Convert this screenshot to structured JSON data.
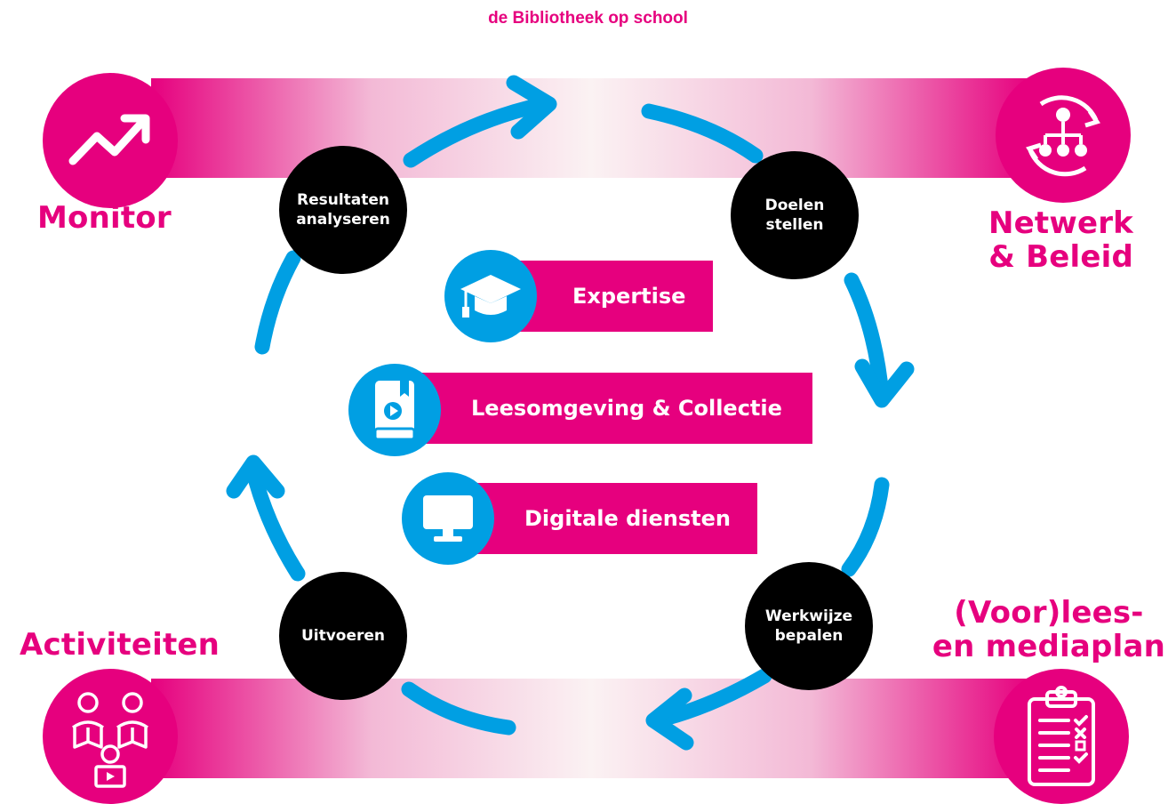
{
  "header": {
    "title": "de Bibliotheek op school"
  },
  "corners": {
    "top_left": {
      "label": "Monitor",
      "icon": "trend-arrow-icon"
    },
    "top_right": {
      "label": "Netwerk\n& Beleid",
      "icon": "network-cycle-icon"
    },
    "bottom_left": {
      "label": "Activiteiten",
      "icon": "readers-icon"
    },
    "bottom_right": {
      "label": "(Voor)lees-\nen mediaplan",
      "icon": "clipboard-checklist-icon"
    }
  },
  "cycle_steps": [
    {
      "label": "Resultaten\nanalyseren"
    },
    {
      "label": "Doelen\nstellen"
    },
    {
      "label": "Werkwijze\nbepalen"
    },
    {
      "label": "Uitvoeren"
    }
  ],
  "pillars": [
    {
      "label": "Expertise",
      "icon": "graduation-cap-icon"
    },
    {
      "label": "Leesomgeving & Collectie",
      "icon": "book-play-icon"
    },
    {
      "label": "Digitale diensten",
      "icon": "monitor-icon"
    }
  ],
  "colors": {
    "brand_magenta": "#e6007e",
    "cycle_blue": "#009fe3",
    "step_black": "#000000"
  }
}
